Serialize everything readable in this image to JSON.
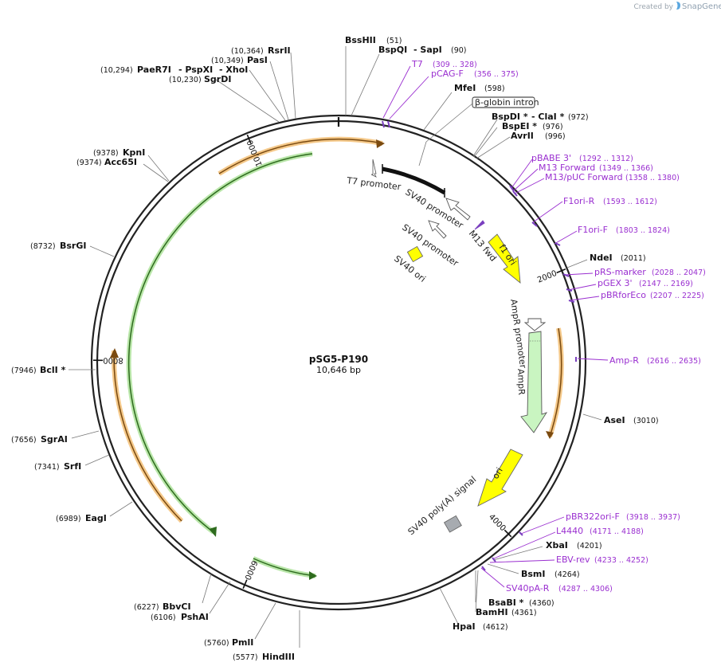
{
  "credit": {
    "prefix": "Created by",
    "brand": "SnapGene"
  },
  "plasmid": {
    "name": "pSG5-P190",
    "size_label": "10,646 bp",
    "length": 10646
  },
  "colors": {
    "primer": "#9a2fd0",
    "orange": "#f0a030",
    "green": "#5cb85c",
    "yellow": "#ffff00",
    "gray": "#a7abb0"
  },
  "ticks": [
    {
      "pos": 2000,
      "label": "2000"
    },
    {
      "pos": 4000,
      "label": "4000"
    },
    {
      "pos": 6000,
      "label": "6000"
    },
    {
      "pos": 8000,
      "label": "8000"
    },
    {
      "pos": 10000,
      "label": "10,000"
    }
  ],
  "enzymes": [
    {
      "name": "BssHII",
      "pos_label": "(51)"
    },
    {
      "name": "BspQI",
      "extra": "- SapI",
      "pos_label": "(90)"
    },
    {
      "name": "MfeI",
      "pos_label": "(598)"
    },
    {
      "name": "BspDI *",
      "extra": "- ClaI *",
      "pos_label": "(972)"
    },
    {
      "name": "BspEI *",
      "pos_label": "(976)"
    },
    {
      "name": "AvrII",
      "pos_label": "(996)"
    },
    {
      "name": "NdeI",
      "pos_label": "(2011)"
    },
    {
      "name": "AseI",
      "pos_label": "(3010)"
    },
    {
      "name": "XbaI",
      "pos_label": "(4201)"
    },
    {
      "name": "BsmI",
      "pos_label": "(4264)"
    },
    {
      "name": "BsaBI *",
      "pos_label": "(4360)"
    },
    {
      "name": "BamHI",
      "pos_label": "(4361)"
    },
    {
      "name": "HpaI",
      "pos_label": "(4612)"
    },
    {
      "name": "HindIII",
      "pos_label": "(5577)"
    },
    {
      "name": "PmlI",
      "pos_label": "(5760)"
    },
    {
      "name": "PshAI",
      "pos_label": "(6106)"
    },
    {
      "name": "BbvCI",
      "pos_label": "(6227)"
    },
    {
      "name": "EagI",
      "pos_label": "(6989)"
    },
    {
      "name": "SrfI",
      "pos_label": "(7341)"
    },
    {
      "name": "SgrAI",
      "pos_label": "(7656)"
    },
    {
      "name": "BclI *",
      "pos_label": "(7946)"
    },
    {
      "name": "BsrGI",
      "pos_label": "(8732)"
    },
    {
      "name": "Acc65I",
      "pos_label": "(9374)"
    },
    {
      "name": "KpnI",
      "pos_label": "(9378)"
    },
    {
      "name": "SgrDI",
      "pos_label": "(10,230)"
    },
    {
      "name": "PaeR7I",
      "extra1": "- PspXI",
      "extra2": "- XhoI",
      "pos_label": "(10,294)"
    },
    {
      "name": "PasI",
      "pos_label": "(10,349)"
    },
    {
      "name": "RsrII",
      "pos_label": "(10,364)"
    }
  ],
  "primers": [
    {
      "name": "T7",
      "range": "(309 .. 328)"
    },
    {
      "name": "pCAG-F",
      "range": "(356 .. 375)"
    },
    {
      "name": "pBABE 3'",
      "range": "(1292 .. 1312)"
    },
    {
      "name": "M13 Forward",
      "range": "(1349 .. 1366)"
    },
    {
      "name": "M13/pUC Forward",
      "range": "(1358 .. 1380)"
    },
    {
      "name": "F1ori-R",
      "range": "(1593 .. 1612)"
    },
    {
      "name": "F1ori-F",
      "range": "(1803 .. 1824)"
    },
    {
      "name": "pRS-marker",
      "range": "(2028 .. 2047)"
    },
    {
      "name": "pGEX 3'",
      "range": "(2147 .. 2169)"
    },
    {
      "name": "pBRforEco",
      "range": "(2207 .. 2225)"
    },
    {
      "name": "Amp-R",
      "range": "(2616 .. 2635)"
    },
    {
      "name": "pBR322ori-F",
      "range": "(3918 .. 3937)"
    },
    {
      "name": "L4440",
      "range": "(4171 .. 4188)"
    },
    {
      "name": "EBV-rev",
      "range": "(4233 .. 4252)"
    },
    {
      "name": "SV40pA-R",
      "range": "(4287 .. 4306)"
    }
  ],
  "features": [
    {
      "name": "β-globin intron"
    },
    {
      "name": "T7 promoter"
    },
    {
      "name": "SV40 promoter"
    },
    {
      "name": "M13 fwd"
    },
    {
      "name": "f1 ori"
    },
    {
      "name": "SV40 promoter"
    },
    {
      "name": "SV40 ori"
    },
    {
      "name": "AmpR promoter"
    },
    {
      "name": "AmpR"
    },
    {
      "name": "ori"
    },
    {
      "name": "SV40 poly(A) signal"
    }
  ]
}
